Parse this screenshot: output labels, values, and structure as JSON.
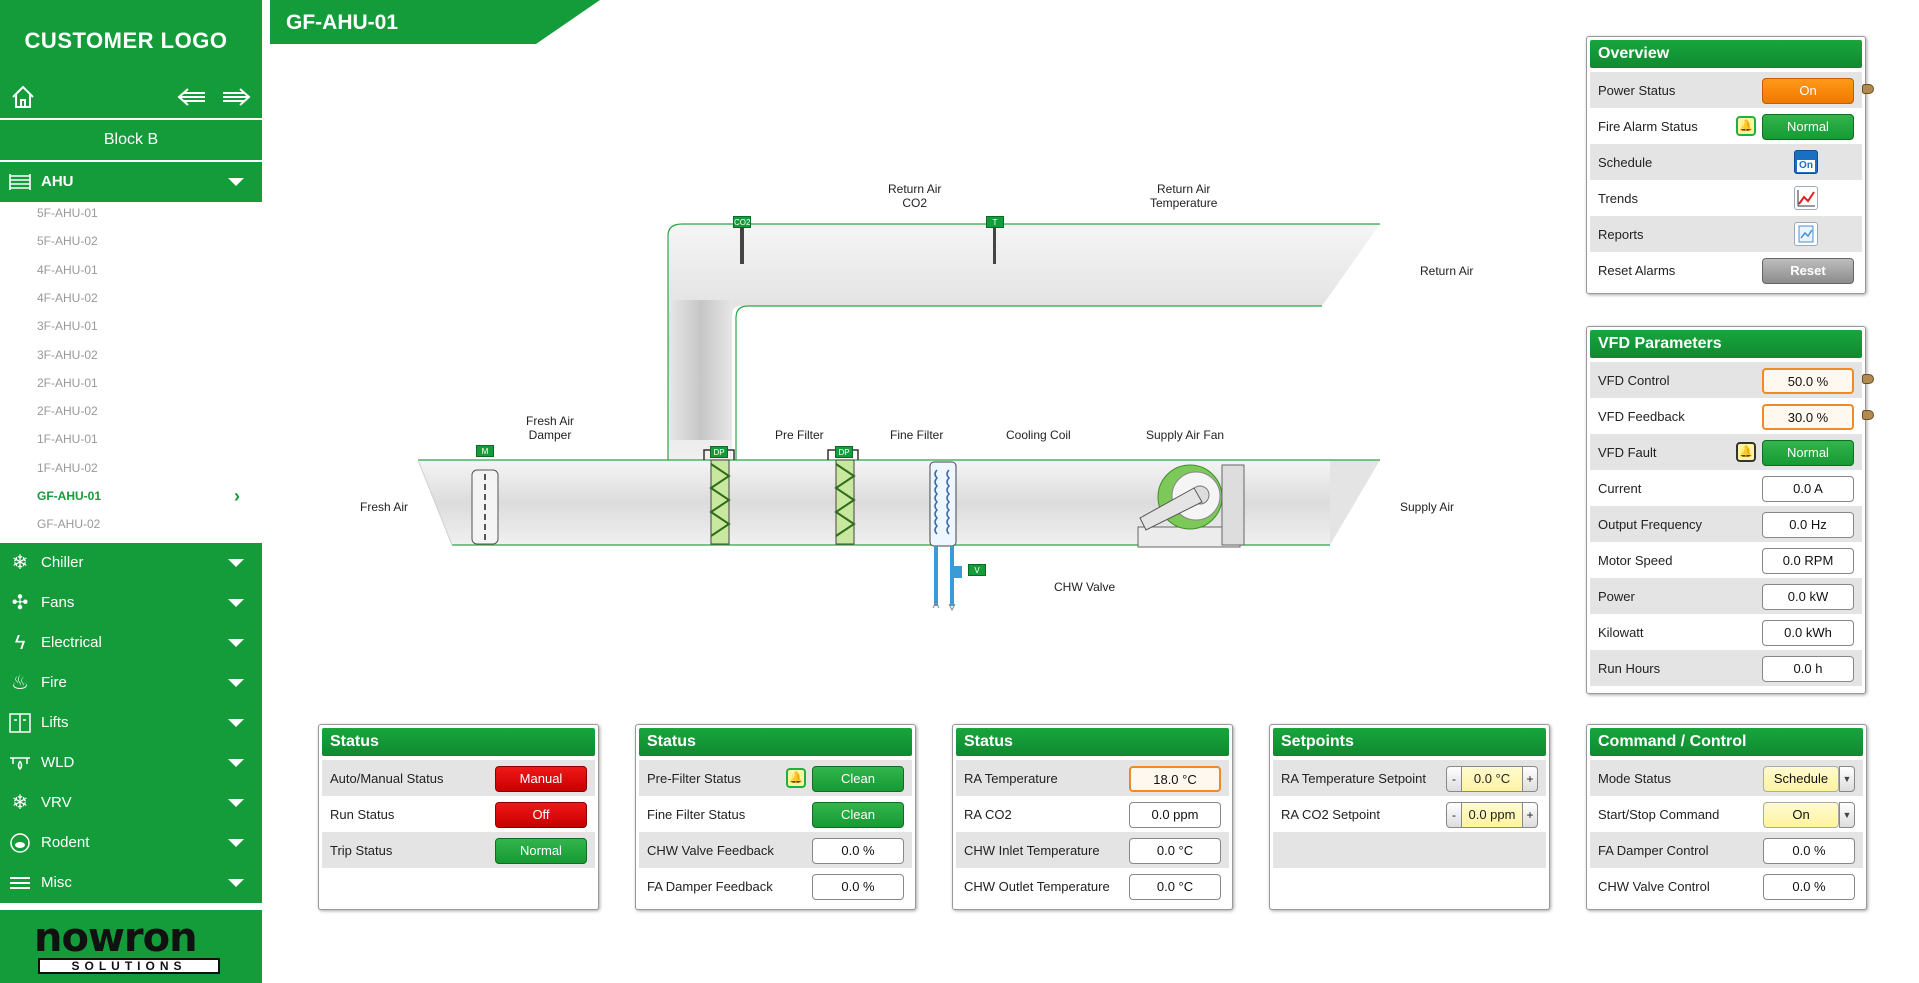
{
  "app": {
    "title": "GF-AHU-01",
    "logo_text": "CUSTOMER LOGO"
  },
  "nav": {
    "home_icon": "home-icon",
    "back_icon": "arrow-left-icon",
    "forward_icon": "arrow-right-icon"
  },
  "sidebar": {
    "block": "Block B",
    "categories": [
      {
        "label": "AHU",
        "icon": "ahu-icon",
        "open": true
      },
      {
        "label": "Chiller",
        "icon": "snowflake-icon"
      },
      {
        "label": "Fans",
        "icon": "fan-icon"
      },
      {
        "label": "Electrical",
        "icon": "lightning-icon"
      },
      {
        "label": "Fire",
        "icon": "fire-icon"
      },
      {
        "label": "Lifts",
        "icon": "lift-icon"
      },
      {
        "label": "WLD",
        "icon": "water-leak-icon"
      },
      {
        "label": "VRV",
        "icon": "snowflake-icon"
      },
      {
        "label": "Rodent",
        "icon": "rodent-icon"
      },
      {
        "label": "Misc",
        "icon": "menu-icon"
      }
    ],
    "ahu_items": [
      "5F-AHU-01",
      "5F-AHU-02",
      "4F-AHU-01",
      "4F-AHU-02",
      "3F-AHU-01",
      "3F-AHU-02",
      "2F-AHU-01",
      "2F-AHU-02",
      "1F-AHU-01",
      "1F-AHU-02",
      "GF-AHU-01",
      "GF-AHU-02"
    ],
    "active_item": "GF-AHU-01",
    "brand": {
      "word": "nowron",
      "sub": "SOLUTIONS"
    }
  },
  "diagram": {
    "fresh_air": "Fresh Air",
    "supply_air": "Supply Air",
    "return_air": "Return Air",
    "return_air_co2": [
      "Return Air",
      "CO2"
    ],
    "return_air_temp": [
      "Return Air",
      "Temperature"
    ],
    "fresh_air_damper": [
      "Fresh Air",
      "Damper"
    ],
    "pre_filter": "Pre Filter",
    "fine_filter": "Fine Filter",
    "cooling_coil": "Cooling Coil",
    "supply_air_fan": "Supply Air Fan",
    "chw_valve": "CHW Valve",
    "tags": {
      "co2": "CO2",
      "temp": "T",
      "damper": "M",
      "dp": "DP",
      "valve": "V"
    }
  },
  "overview": {
    "title": "Overview",
    "rows": [
      {
        "label": "Power Status",
        "value": "On"
      },
      {
        "label": "Fire Alarm Status",
        "value": "Normal"
      },
      {
        "label": "Schedule",
        "icon": "schedule-on-icon",
        "icon_text": "On"
      },
      {
        "label": "Trends",
        "icon": "trend-chart-icon"
      },
      {
        "label": "Reports",
        "icon": "report-icon"
      },
      {
        "label": "Reset Alarms",
        "value": "Reset"
      }
    ]
  },
  "vfd": {
    "title": "VFD Parameters",
    "rows": [
      {
        "label": "VFD Control",
        "value": "50.0 %"
      },
      {
        "label": "VFD Feedback",
        "value": "30.0 %"
      },
      {
        "label": "VFD Fault",
        "value": "Normal"
      },
      {
        "label": "Current",
        "value": "0.0 A"
      },
      {
        "label": "Output Frequency",
        "value": "0.0 Hz"
      },
      {
        "label": "Motor Speed",
        "value": "0.0 RPM"
      },
      {
        "label": "Power",
        "value": "0.0 kW"
      },
      {
        "label": "Kilowatt",
        "value": "0.0 kWh"
      },
      {
        "label": "Run Hours",
        "value": "0.0 h"
      }
    ]
  },
  "status1": {
    "title": "Status",
    "rows": [
      {
        "label": "Auto/Manual Status",
        "value": "Manual"
      },
      {
        "label": "Run Status",
        "value": "Off"
      },
      {
        "label": "Trip Status",
        "value": "Normal"
      }
    ]
  },
  "status2": {
    "title": "Status",
    "rows": [
      {
        "label": "Pre-Filter Status",
        "value": "Clean"
      },
      {
        "label": "Fine Filter Status",
        "value": "Clean"
      },
      {
        "label": "CHW Valve Feedback",
        "value": "0.0 %"
      },
      {
        "label": "FA Damper Feedback",
        "value": "0.0 %"
      }
    ]
  },
  "status3": {
    "title": "Status",
    "rows": [
      {
        "label": "RA Temperature",
        "value": "18.0 °C"
      },
      {
        "label": "RA CO2",
        "value": "0.0 ppm"
      },
      {
        "label": "CHW Inlet Temperature",
        "value": "0.0 °C"
      },
      {
        "label": "CHW Outlet Temperature",
        "value": "0.0 °C"
      }
    ]
  },
  "setpoints": {
    "title": "Setpoints",
    "minus": "-",
    "plus": "+",
    "rows": [
      {
        "label": "RA Temperature Setpoint",
        "value": "0.0 °C"
      },
      {
        "label": "RA CO2 Setpoint",
        "value": "0.0 ppm"
      }
    ]
  },
  "command": {
    "title": "Command / Control",
    "rows": [
      {
        "label": "Mode Status",
        "value": "Schedule"
      },
      {
        "label": "Start/Stop Command",
        "value": "On"
      },
      {
        "label": "FA Damper Control",
        "value": "0.0 %"
      },
      {
        "label": "CHW Valve Control",
        "value": "0.0 %"
      }
    ]
  },
  "colors": {
    "brand_green": "#149c3a",
    "alarm_red": "#e00000",
    "on_orange": "#f58a0a",
    "highlight_orange": "#f08a26"
  }
}
